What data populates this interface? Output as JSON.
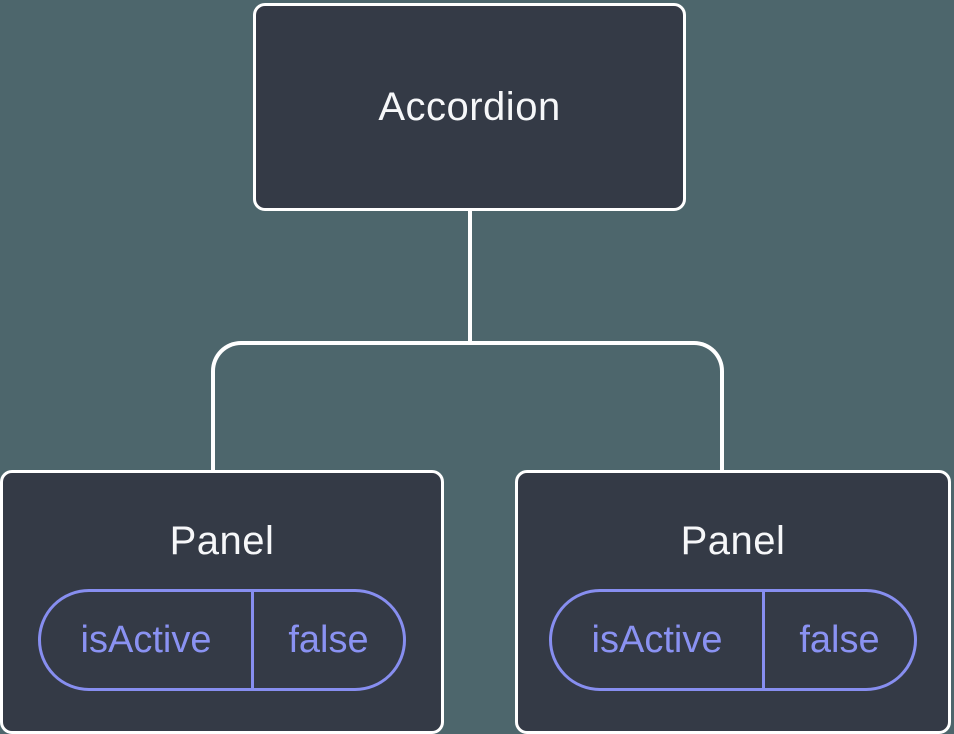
{
  "diagram": {
    "type": "component-tree",
    "root": {
      "label": "Accordion"
    },
    "children": [
      {
        "label": "Panel",
        "state": {
          "name": "isActive",
          "value": "false"
        }
      },
      {
        "label": "Panel",
        "state": {
          "name": "isActive",
          "value": "false"
        }
      }
    ]
  },
  "colors": {
    "canvas_bg": "#4D666C",
    "node_bg": "#343A46",
    "node_border": "#FFFFFF",
    "connector": "#FFFFFF",
    "title_text": "#F6F7F9",
    "state_accent": "#878EF0",
    "state_text": "#8A92F2"
  }
}
